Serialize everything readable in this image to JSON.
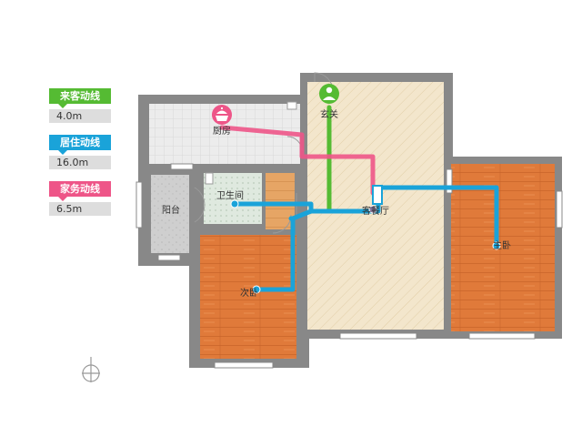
{
  "legend": [
    {
      "label": "来客动线",
      "value": "4.0m",
      "color": "#55bb33"
    },
    {
      "label": "居住动线",
      "value": "16.0m",
      "color": "#1aa3d9"
    },
    {
      "label": "家务动线",
      "value": "6.5m",
      "color": "#ee5588"
    }
  ],
  "rooms": {
    "entrance": "玄关",
    "kitchen": "厨房",
    "bathroom": "卫生间",
    "balcony": "阳台",
    "living": "客餐厅",
    "master_bedroom": "主卧",
    "second_bedroom": "次卧"
  },
  "icons": {
    "entrance": "person-icon",
    "kitchen": "cooking-pot-icon",
    "compass": "compass-icon"
  },
  "colors": {
    "wall": "#888888",
    "wood_floor": "#e07a3a",
    "living_floor": "#f3e6cc",
    "tile_floor": "#e8e8e8",
    "guest_line": "#55bb33",
    "living_line": "#1aa3d9",
    "chore_line": "#ee5588"
  }
}
